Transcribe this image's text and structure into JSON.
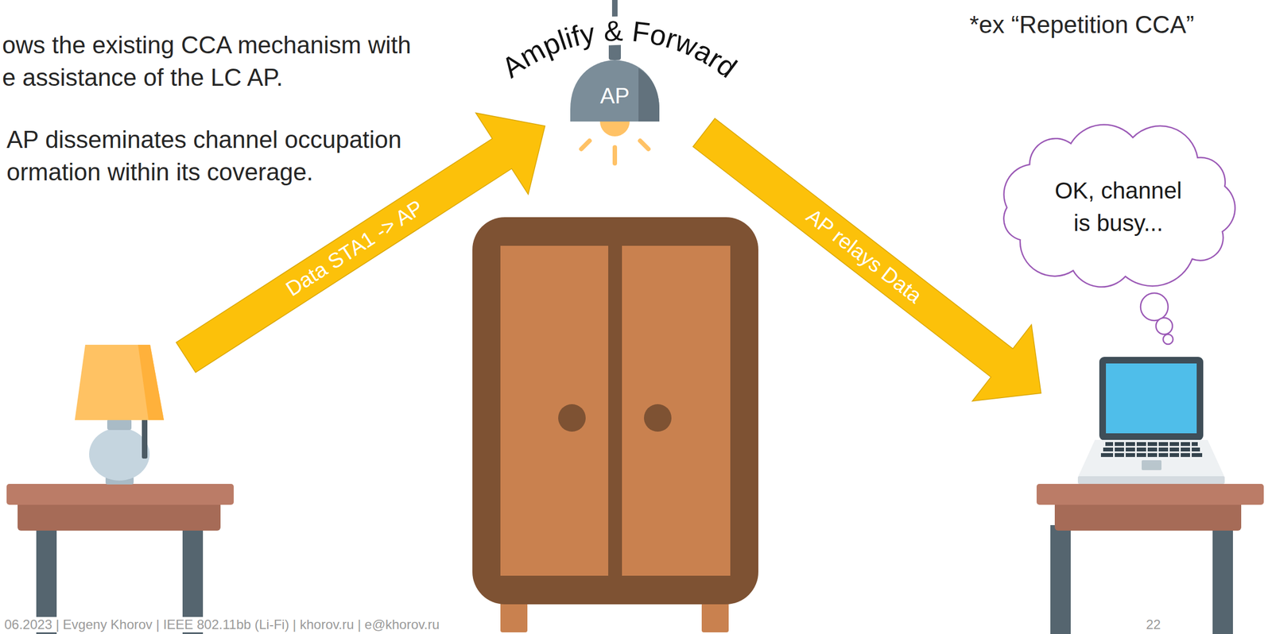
{
  "diagram": {
    "nodes": [
      {
        "text": [
          "AP"
        ]
      },
      {
        "text": [
          "OK, channel is busy..."
        ]
      }
    ],
    "labels": [
      "ows the existing CCA mechanism with e assistance of the LC AP.",
      "AP disseminates channel occupation ormation within its coverage.",
      "Amplify & Forward",
      "*ex “Repetition CCA”",
      "Data STA1 -> AP",
      "AP relays Data",
      "06.2023 | Evgeny Khorov | IEEE 802.11bb (Li-Fi) | khorov.ru | e@khorov.ru",
      "22"
    ]
  }
}
